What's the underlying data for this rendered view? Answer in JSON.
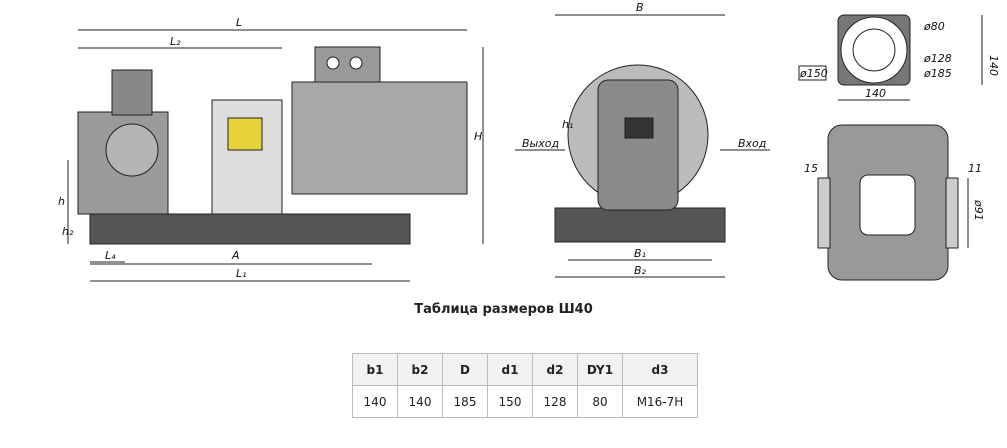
{
  "drawing": {
    "side_view": {
      "L": "L",
      "L2": "L₂",
      "H": "H",
      "h": "h",
      "h2": "h₂",
      "L4": "L₄",
      "A": "A",
      "L1": "L₁"
    },
    "front_view": {
      "B": "B",
      "B1": "B₁",
      "B2": "B₂",
      "h1": "h₁",
      "outlet": "Выход",
      "inlet": "Вход"
    },
    "flange_view": {
      "d80": "ø80",
      "d128": "ø128",
      "d185": "ø185",
      "d150": "ø150",
      "width": "140",
      "height": "140"
    },
    "section_view": {
      "dim15": "15",
      "dim11": "11",
      "d91": "ø91"
    }
  },
  "table": {
    "title": "Таблица размеров Ш40",
    "headers": [
      "b1",
      "b2",
      "D",
      "d1",
      "d2",
      "DY1",
      "d3"
    ],
    "values": [
      "140",
      "140",
      "185",
      "150",
      "128",
      "80",
      "M16-7H"
    ]
  }
}
